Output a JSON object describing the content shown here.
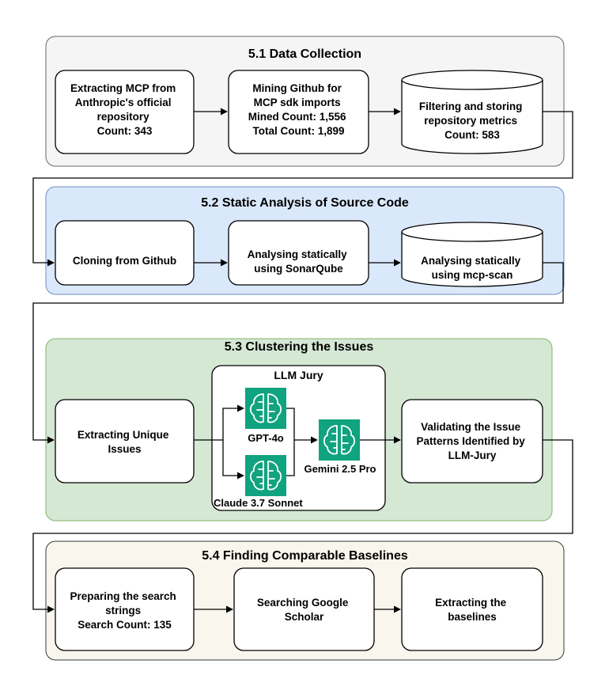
{
  "sections": [
    {
      "title": "5.1 Data Collection",
      "fill": "#f5f5f5",
      "stroke": "#666666",
      "boxes": [
        {
          "lines": [
            "Extracting MCP from",
            "Anthropic's official",
            "repository",
            "Count: 343"
          ]
        },
        {
          "lines": [
            "Mining Github for",
            "MCP sdk imports",
            "Mined Count: 1,556",
            "Total Count: 1,899"
          ]
        },
        {
          "lines": [
            "Filtering and storing",
            "repository metrics",
            "Count: 583"
          ]
        }
      ]
    },
    {
      "title": "5.2 Static Analysis of Source Code",
      "fill": "#dae8fc",
      "stroke": "#6c8ebf",
      "boxes": [
        {
          "lines": [
            "Cloning from Github"
          ]
        },
        {
          "lines": [
            "Analysing statically",
            "using SonarQube"
          ]
        },
        {
          "lines": [
            "Analysing statically",
            "using mcp-scan"
          ]
        }
      ]
    },
    {
      "title": "5.3 Clustering the Issues",
      "fill": "#d5e8d4",
      "stroke": "#82b366",
      "boxes": [
        {
          "lines": [
            "Extracting Unique",
            "Issues"
          ]
        },
        {
          "lines": [
            "Validating the Issue",
            "Patterns Identified by",
            "LLM-Jury"
          ]
        }
      ],
      "jury": {
        "title": "LLM Jury",
        "models": [
          {
            "name": "GPT-4o",
            "icon": "openai-brain-icon"
          },
          {
            "name": "Claude 3.7 Sonnet",
            "icon": "openai-brain-icon"
          },
          {
            "name": "Gemini 2.5 Pro",
            "icon": "openai-brain-icon"
          }
        ],
        "icon_color": "#10a37f"
      }
    },
    {
      "title": "5.4 Finding Comparable Baselines",
      "fill": "#f9f7ed",
      "stroke": "#36393d",
      "boxes": [
        {
          "lines": [
            "Preparing the search",
            "strings",
            "Search Count: 135"
          ]
        },
        {
          "lines": [
            "Searching  Google",
            "Scholar"
          ]
        },
        {
          "lines": [
            "Extracting the",
            "baselines"
          ]
        }
      ]
    }
  ]
}
